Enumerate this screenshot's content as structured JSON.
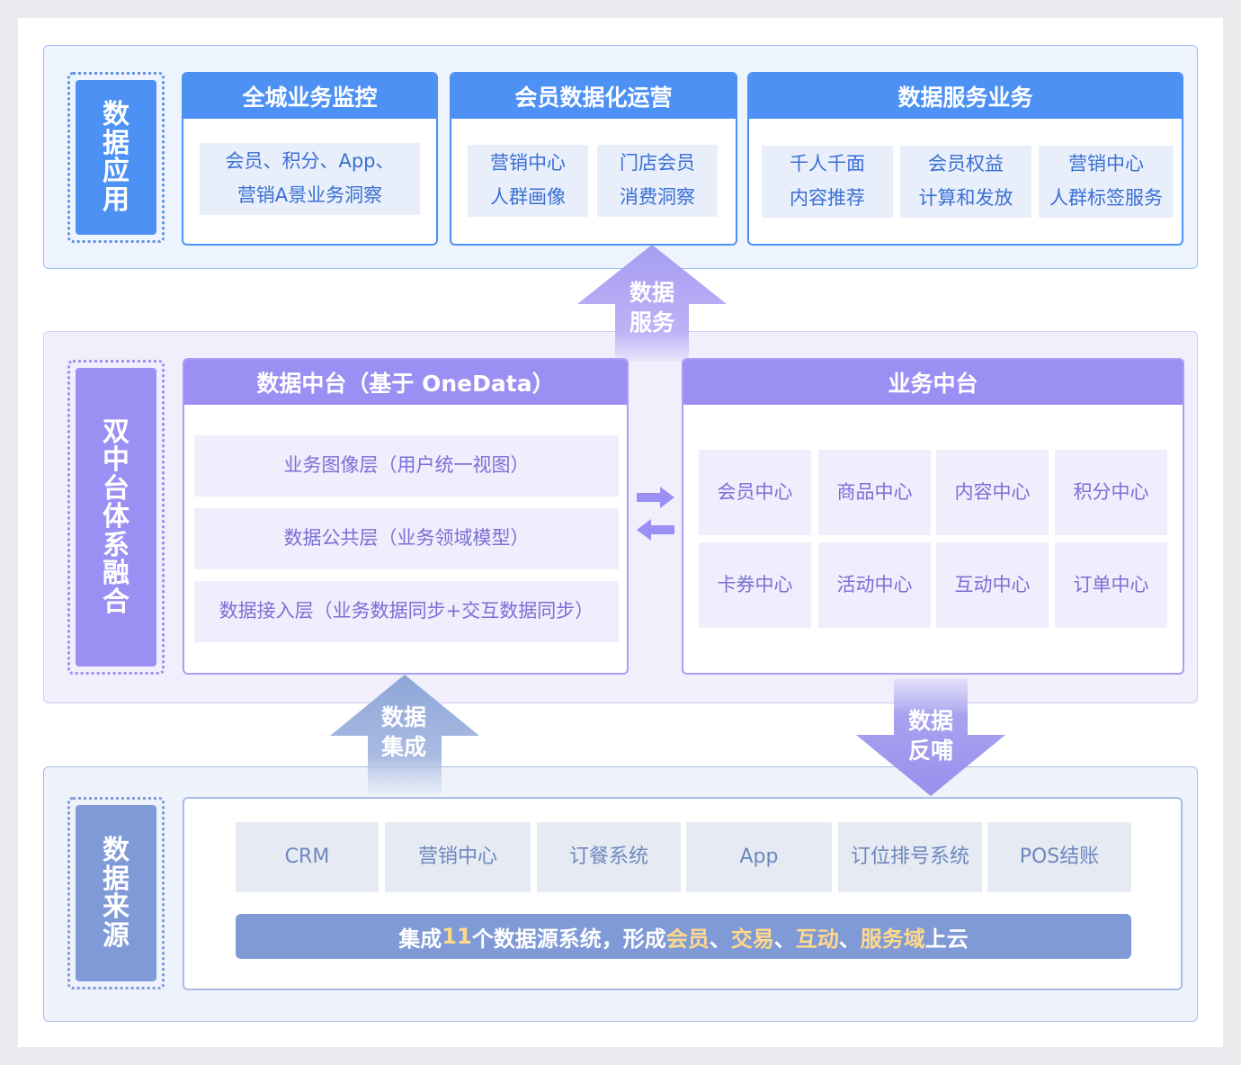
{
  "layers": {
    "app": {
      "label": "数据应用"
    },
    "middle": {
      "label": "双中台体系融合"
    },
    "source": {
      "label": "数据来源"
    }
  },
  "app_cards": [
    {
      "title": "全城业务监控",
      "items": [
        [
          "会员、积分、App、",
          "营销A景业务洞察"
        ]
      ]
    },
    {
      "title": "会员数据化运营",
      "items": [
        [
          "营销中心",
          "人群画像"
        ],
        [
          "门店会员",
          "消费洞察"
        ]
      ]
    },
    {
      "title": "数据服务业务",
      "items": [
        [
          "千人千面",
          "内容推荐"
        ],
        [
          "会员权益",
          "计算和发放"
        ],
        [
          "营销中心",
          "人群标签服务"
        ]
      ]
    }
  ],
  "data_platform": {
    "title": "数据中台（基于 OneData）",
    "layers": [
      "业务图像层（用户统一视图）",
      "数据公共层（业务领域模型）",
      "数据接入层（业务数据同步+交互数据同步）"
    ]
  },
  "business_platform": {
    "title": "业务中台",
    "centers": [
      "会员中心",
      "商品中心",
      "内容中心",
      "积分中心",
      "卡券中心",
      "活动中心",
      "互动中心",
      "订单中心"
    ]
  },
  "arrows": {
    "service": "数据服务",
    "integration": "数据集成",
    "feedback": "数据反哺"
  },
  "sources": [
    "CRM",
    "营销中心",
    "订餐系统",
    "App",
    "订位排号系统",
    "POS结账"
  ],
  "banner": {
    "prefix": "集成",
    "count": "11",
    "middle": "个数据源系统，形成",
    "d1": "会员",
    "sep1": "、",
    "d2": "交易",
    "sep2": "、",
    "d3": "互动",
    "sep3": "、",
    "d4": "服务域",
    "suffix": "上云"
  },
  "colors": {
    "app_blue": "#4e91f4",
    "mid_purple": "#9b8ff3",
    "source_blue": "#7f9ad6",
    "highlight": "#ffd98a"
  }
}
